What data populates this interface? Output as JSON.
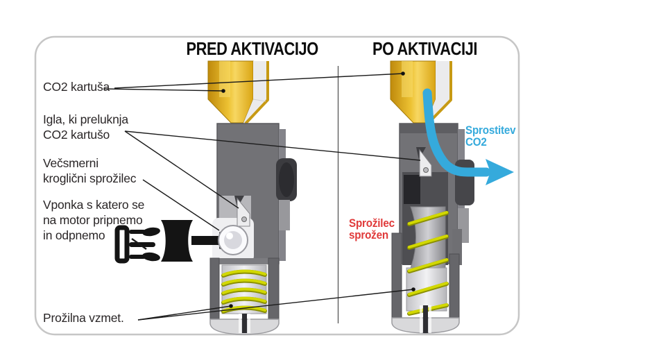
{
  "titles": {
    "before": "PRED AKTIVACIJO",
    "after": "PO AKTIVACIJI"
  },
  "labels": {
    "co2_cartridge": "CO2 kartuša",
    "needle": "Igla, ki preluknja\nCO2 kartušo",
    "ball_trigger": "Večsmerni\nkroglični sprožilec",
    "carabiner": "Vponka s katero se\nna motor pripnemo\nin odpnemo",
    "trigger_spring": "Prožilna vzmet."
  },
  "callouts": {
    "co2_release": "Sprostitev\nCO2",
    "trigger_fired": "Sprožilec\nsprožen"
  },
  "colors": {
    "co2_release_blue": "#35aadc",
    "trigger_fired_red": "#e03a3a",
    "cartridge_gold": "#e9b927",
    "spring_yellow": "#d2d800",
    "panel_border": "#c6c6c6",
    "label_ink": "#2a2627"
  }
}
